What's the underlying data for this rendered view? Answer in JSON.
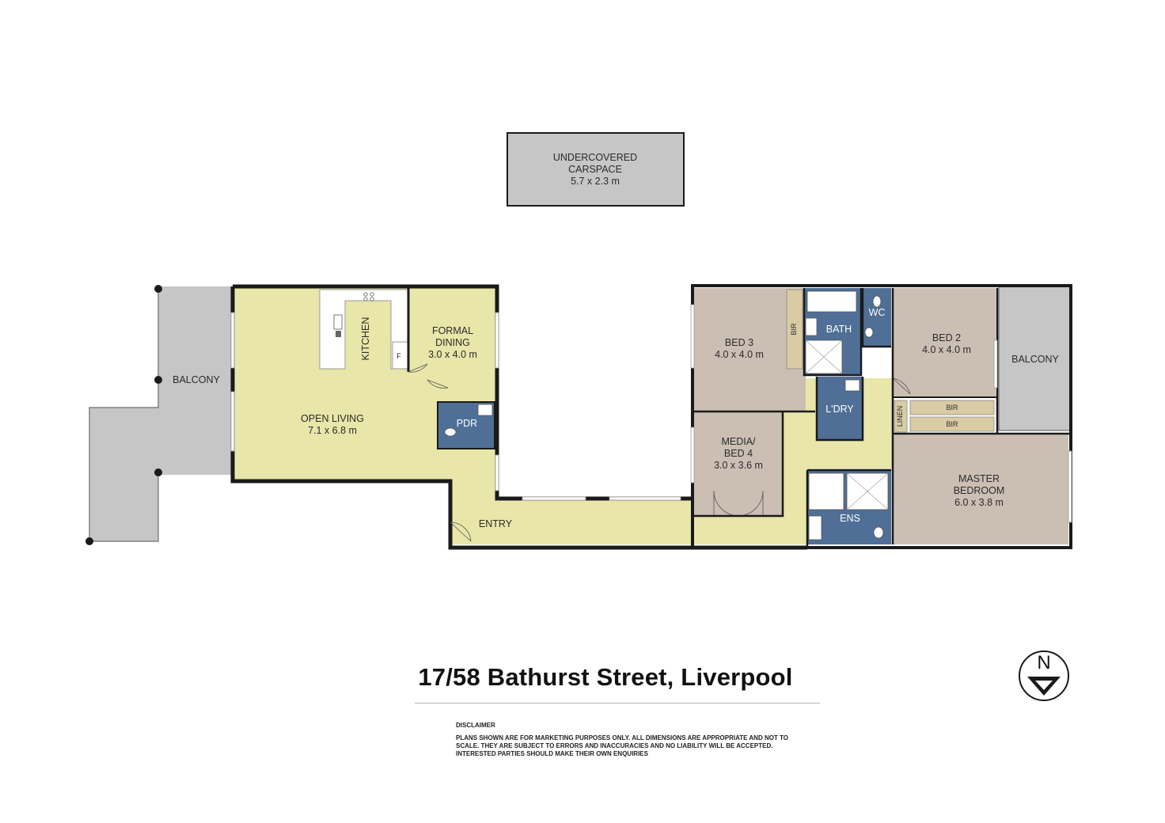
{
  "rooms": {
    "carspace": {
      "name_line1": "UNDERCOVERED",
      "name_line2": "CARSPACE",
      "size": "5.7 x 2.3 m"
    },
    "balcony_left": {
      "name": "BALCONY"
    },
    "open_living": {
      "name": "OPEN LIVING",
      "size": "7.1 x 6.8 m"
    },
    "kitchen": {
      "name": "KITCHEN"
    },
    "fridge": {
      "name": "F"
    },
    "formal_dining": {
      "name_line1": "FORMAL",
      "name_line2": "DINING",
      "size": "3.0 x 4.0 m"
    },
    "pdr": {
      "name": "PDR"
    },
    "entry": {
      "name": "ENTRY"
    },
    "bed3": {
      "name": "BED 3",
      "size": "4.0 x 4.0 m"
    },
    "bed3_bir": {
      "name": "BIR"
    },
    "bath": {
      "name": "BATH"
    },
    "wc": {
      "name": "WC"
    },
    "laundry": {
      "name": "L'DRY"
    },
    "media_bed4": {
      "name_line1": "MEDIA/",
      "name_line2": "BED 4",
      "size": "3.0 x 3.6 m"
    },
    "bed2": {
      "name": "BED 2",
      "size": "4.0 x 4.0 m"
    },
    "balcony_right": {
      "name": "BALCONY"
    },
    "linen": {
      "name": "LINEN"
    },
    "bir_upper": {
      "name": "BIR"
    },
    "bir_lower": {
      "name": "BIR"
    },
    "ensuite": {
      "name": "ENS"
    },
    "master": {
      "name_line1": "MASTER",
      "name_line2": "BEDROOM",
      "size": "6.0 x 3.8 m"
    }
  },
  "address": "17/58 Bathurst Street, Liverpool",
  "disclaimer": {
    "title": "DISCLAIMER",
    "text": "PLANS SHOWN ARE FOR MARKETING PURPOSES ONLY. ALL DIMENSIONS ARE APPROPRIATE AND NOT TO SCALE. THEY ARE SUBJECT TO ERRORS AND INACCURACIES AND NO LIABILITY WILL BE ACCEPTED. INTERESTED PARTIES SHOULD MAKE THEIR OWN ENQUIRIES"
  },
  "compass": {
    "letter": "N"
  },
  "colors": {
    "living": "#e8e6a8",
    "bedroom": "#cbbfb4",
    "wet_area": "#4f6f96",
    "outdoor": "#c6c6c6",
    "robe": "#d9cba3",
    "wall": "#1a1a1a"
  }
}
